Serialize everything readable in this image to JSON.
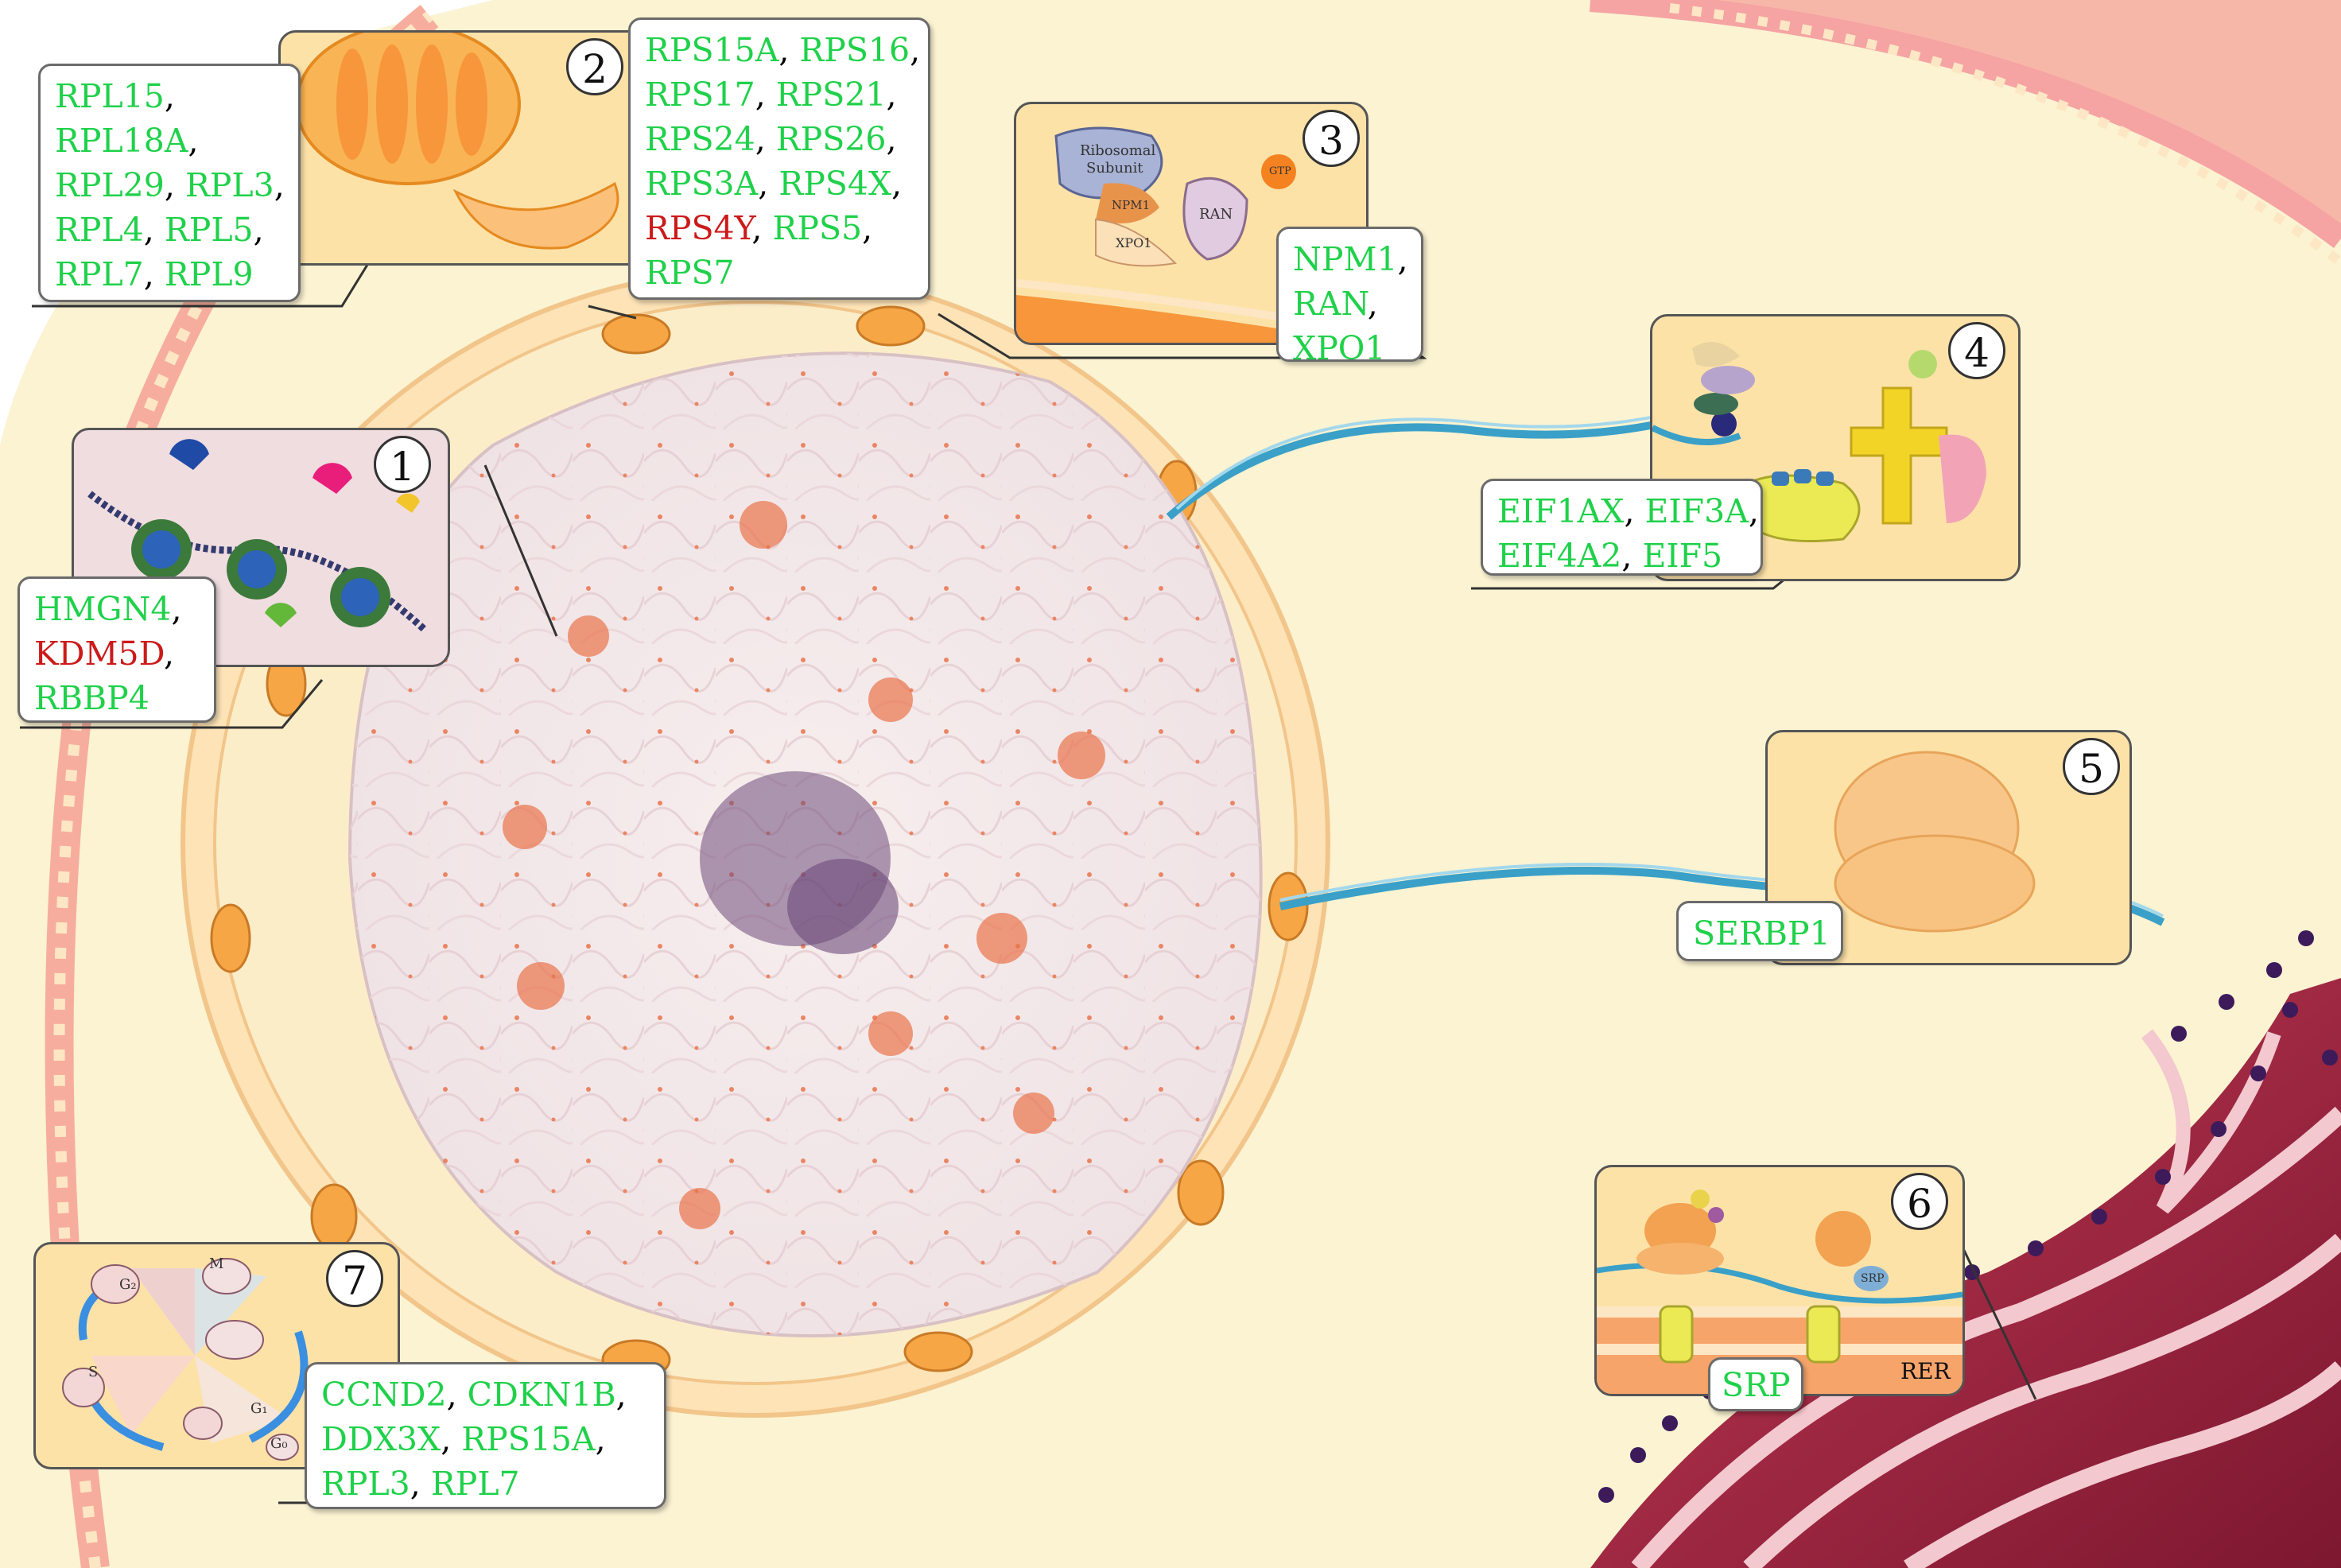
{
  "panels": [
    {
      "number": "1",
      "genes": [
        {
          "parts": [
            {
              "text": "HMGN4",
              "color": "green"
            },
            {
              "text": ",",
              "color": "black"
            }
          ]
        },
        {
          "parts": [
            {
              "text": "KDM5D",
              "color": "red"
            },
            {
              "text": ",",
              "color": "black"
            }
          ]
        },
        {
          "parts": [
            {
              "text": "RBBP4",
              "color": "green"
            }
          ]
        }
      ]
    },
    {
      "number": "2",
      "genes_left": [
        {
          "parts": [
            {
              "text": "RPL15",
              "color": "green"
            },
            {
              "text": ",",
              "color": "black"
            }
          ]
        },
        {
          "parts": [
            {
              "text": "RPL18A",
              "color": "green"
            },
            {
              "text": ",",
              "color": "black"
            }
          ]
        },
        {
          "parts": [
            {
              "text": "RPL29",
              "color": "green"
            },
            {
              "text": ", ",
              "color": "black"
            },
            {
              "text": "RPL3",
              "color": "green"
            },
            {
              "text": ",",
              "color": "black"
            }
          ]
        },
        {
          "parts": [
            {
              "text": "RPL4",
              "color": "green"
            },
            {
              "text": ", ",
              "color": "black"
            },
            {
              "text": "RPL5",
              "color": "green"
            },
            {
              "text": ",",
              "color": "black"
            }
          ]
        },
        {
          "parts": [
            {
              "text": "RPL7",
              "color": "green"
            },
            {
              "text": ", ",
              "color": "black"
            },
            {
              "text": "RPL9",
              "color": "green"
            }
          ]
        }
      ],
      "genes_right": [
        {
          "parts": [
            {
              "text": "RPS15A",
              "color": "green"
            },
            {
              "text": ", ",
              "color": "black"
            },
            {
              "text": "RPS16",
              "color": "green"
            },
            {
              "text": ",",
              "color": "black"
            }
          ]
        },
        {
          "parts": [
            {
              "text": "RPS17",
              "color": "green"
            },
            {
              "text": ", ",
              "color": "black"
            },
            {
              "text": "RPS21",
              "color": "green"
            },
            {
              "text": ",",
              "color": "black"
            }
          ]
        },
        {
          "parts": [
            {
              "text": "RPS24",
              "color": "green"
            },
            {
              "text": ", ",
              "color": "black"
            },
            {
              "text": "RPS26",
              "color": "green"
            },
            {
              "text": ",",
              "color": "black"
            }
          ]
        },
        {
          "parts": [
            {
              "text": "RPS3A",
              "color": "green"
            },
            {
              "text": ", ",
              "color": "black"
            },
            {
              "text": "RPS4X",
              "color": "green"
            },
            {
              "text": ",",
              "color": "black"
            }
          ]
        },
        {
          "parts": [
            {
              "text": "RPS4Y",
              "color": "red"
            },
            {
              "text": ", ",
              "color": "black"
            },
            {
              "text": "RPS5",
              "color": "green"
            },
            {
              "text": ",",
              "color": "black"
            }
          ]
        },
        {
          "parts": [
            {
              "text": "RPS7",
              "color": "green"
            }
          ]
        }
      ]
    },
    {
      "number": "3",
      "labels": {
        "ribosomal": "Ribosomal",
        "subunit": "Subunit",
        "npm1": "NPM1",
        "xpo1": "XPO1",
        "ran": "RAN",
        "gtp": "GTP"
      },
      "genes": [
        {
          "parts": [
            {
              "text": "NPM1",
              "color": "green"
            },
            {
              "text": ",",
              "color": "black"
            }
          ]
        },
        {
          "parts": [
            {
              "text": "RAN",
              "color": "green"
            },
            {
              "text": ",",
              "color": "black"
            }
          ]
        },
        {
          "parts": [
            {
              "text": "XPO1",
              "color": "green"
            }
          ]
        }
      ]
    },
    {
      "number": "4",
      "genes": [
        {
          "parts": [
            {
              "text": "EIF1AX",
              "color": "green"
            },
            {
              "text": ", ",
              "color": "black"
            },
            {
              "text": "EIF3A",
              "color": "green"
            },
            {
              "text": ",",
              "color": "black"
            }
          ]
        },
        {
          "parts": [
            {
              "text": "EIF4A2",
              "color": "green"
            },
            {
              "text": ", ",
              "color": "black"
            },
            {
              "text": "EIF5",
              "color": "green"
            }
          ]
        }
      ]
    },
    {
      "number": "5",
      "genes": [
        {
          "parts": [
            {
              "text": "SERBP1",
              "color": "green"
            }
          ]
        }
      ]
    },
    {
      "number": "6",
      "labels": {
        "srp_small": "SRP",
        "rer": "RER"
      },
      "genes": [
        {
          "parts": [
            {
              "text": "SRP",
              "color": "green"
            }
          ]
        }
      ]
    },
    {
      "number": "7",
      "labels": {
        "g2": "G₂",
        "m": "M",
        "s": "S",
        "g1": "G₁",
        "g0": "G₀"
      },
      "genes": [
        {
          "parts": [
            {
              "text": "CCND2",
              "color": "green"
            },
            {
              "text": ", ",
              "color": "black"
            },
            {
              "text": "CDKN1B",
              "color": "green"
            },
            {
              "text": ",",
              "color": "black"
            }
          ]
        },
        {
          "parts": [
            {
              "text": "DDX3X",
              "color": "green"
            },
            {
              "text": ", ",
              "color": "black"
            },
            {
              "text": "RPS15A",
              "color": "green"
            },
            {
              "text": ",",
              "color": "black"
            }
          ]
        },
        {
          "parts": [
            {
              "text": "RPL3",
              "color": "green"
            },
            {
              "text": ", ",
              "color": "black"
            },
            {
              "text": "RPL7",
              "color": "green"
            }
          ]
        }
      ]
    }
  ],
  "colors": {
    "green": "#1fd14a",
    "red": "#cc1a1a",
    "black": "#000000",
    "cytoplasm": "#fbf3d2",
    "membrane": "#f6a89a",
    "nuclear_envelope": "#fce0b0",
    "pore": "#f7a645",
    "er": "#a8233f",
    "ribosome_dot": "#3d1b5b"
  },
  "icons": [
    "nucleus",
    "nuclear-pore",
    "mitochondrion",
    "chromatin",
    "mrna-strand",
    "ribosome",
    "rough-er",
    "cell-cycle"
  ]
}
